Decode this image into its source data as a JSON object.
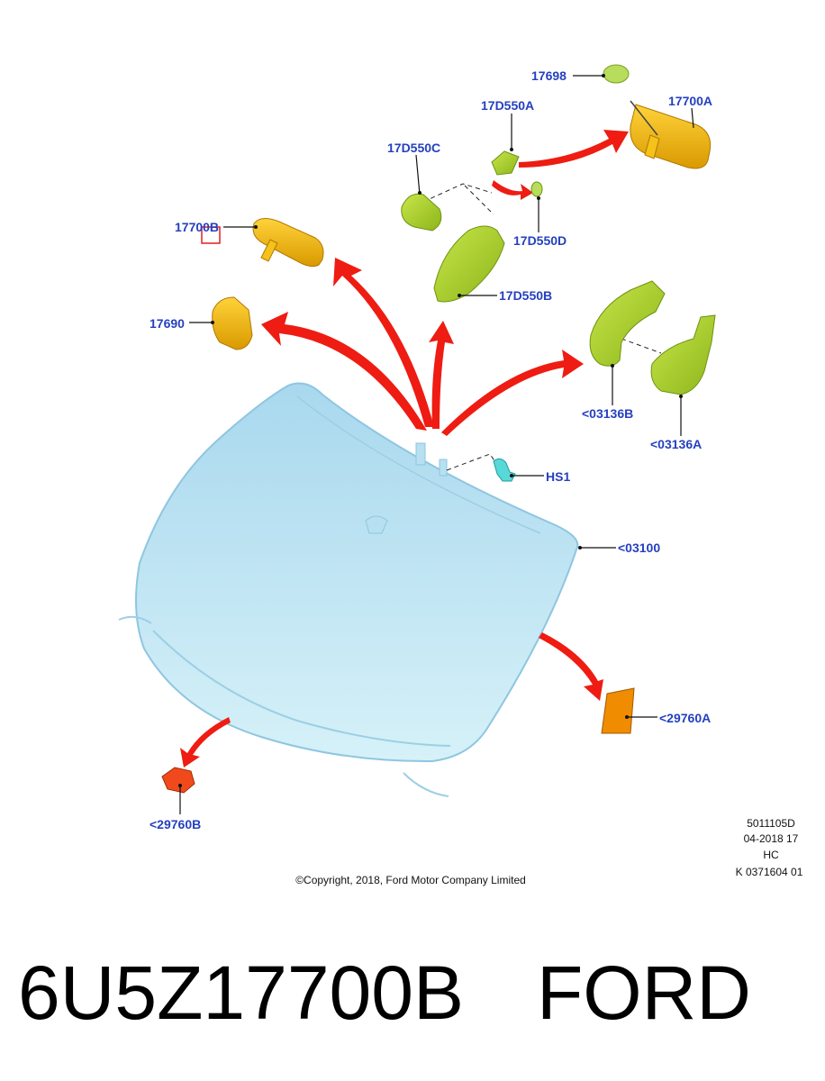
{
  "callouts": {
    "c17698": "17698",
    "c17700A": "17700A",
    "c17D550A": "17D550A",
    "c17D550C": "17D550C",
    "c17D550D": "17D550D",
    "c17D550B": "17D550B",
    "c17700B": "17700B",
    "c17690": "17690",
    "c03136B": "<03136B",
    "c03136A": "<03136A",
    "cHS1": "HS1",
    "c03100": "<03100",
    "c29760A": "<29760A",
    "c29760B": "<29760B"
  },
  "metadata": {
    "line1": "5011105D",
    "line2": "04-2018 17",
    "line3": "HC",
    "line4": "K 0371604 01"
  },
  "copyright": "©Copyright, 2018, Ford Motor Company Limited",
  "caption": {
    "part_number": "6U5Z17700B",
    "brand": "FORD"
  },
  "colors": {
    "callout_text": "#2540c0",
    "arrow": "#ee1c12",
    "mirror": "#f0b400",
    "bracket": "#a8d020",
    "glass": "#bfe6f4",
    "highlight_box": "#e02020"
  }
}
